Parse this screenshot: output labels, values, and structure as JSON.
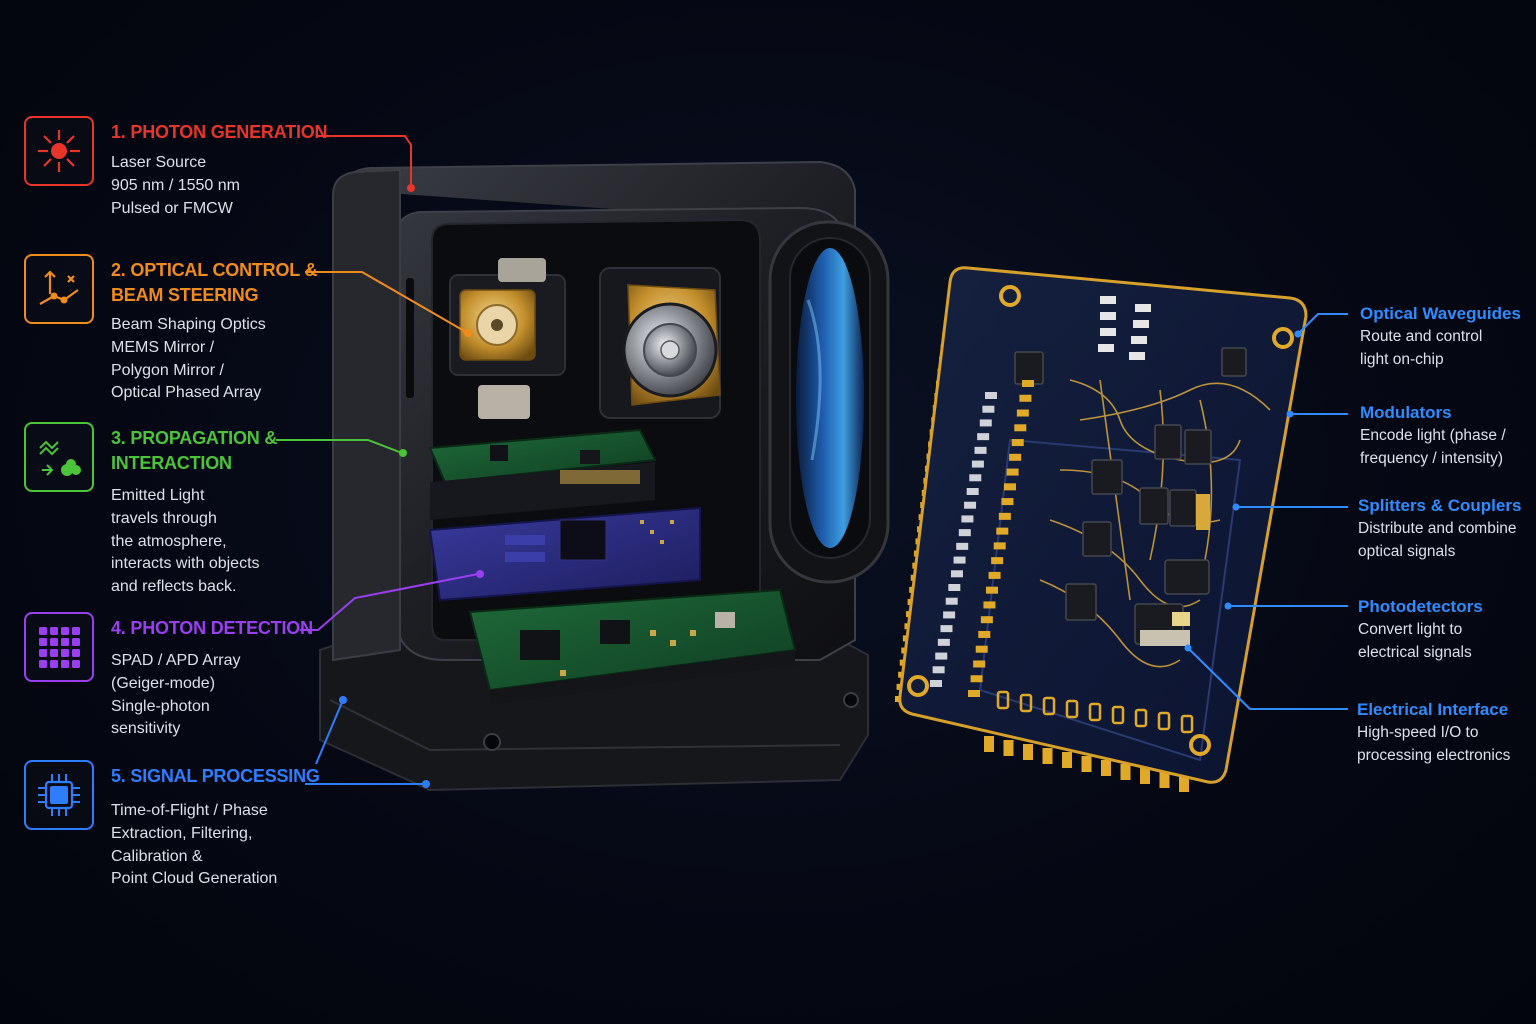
{
  "steps": [
    {
      "id": "photon-generation",
      "title": "1. PHOTON GENERATION",
      "color": "#e8352c",
      "icon": "laser-burst-icon",
      "lines": [
        "Laser Source",
        "905 nm / 1550 nm",
        "Pulsed or FMCW"
      ]
    },
    {
      "id": "optical-control",
      "title": "2. OPTICAL CONTROL &\nBEAM STEERING",
      "color": "#f08c1a",
      "icon": "beam-steering-icon",
      "lines": [
        "Beam Shaping Optics",
        "MEMS Mirror /",
        "Polygon Mirror /",
        "Optical Phased Array"
      ]
    },
    {
      "id": "propagation",
      "title": "3. PROPAGATION &\nINTERACTION",
      "color": "#4cc43a",
      "icon": "propagation-icon",
      "lines": [
        "Emitted Light",
        "travels through",
        "the atmosphere,",
        "interacts with objects",
        "and reflects back."
      ]
    },
    {
      "id": "photon-detection",
      "title": "4. PHOTON DETECTION",
      "color": "#9a3ff0",
      "icon": "spad-array-icon",
      "lines": [
        "SPAD / APD Array",
        "(Geiger-mode)",
        "Single-photon",
        "sensitivity"
      ]
    },
    {
      "id": "signal-processing",
      "title": "5. SIGNAL PROCESSING",
      "color": "#2f7dff",
      "icon": "processor-chip-icon",
      "lines": [
        "Time-of-Flight / Phase",
        "Extraction, Filtering,",
        "Calibration &",
        "Point Cloud Generation"
      ]
    }
  ],
  "chip_labels": [
    {
      "id": "optical-waveguides",
      "title": "Optical Waveguides",
      "lines": [
        "Route and control",
        "light on-chip"
      ]
    },
    {
      "id": "modulators",
      "title": "Modulators",
      "lines": [
        "Encode light (phase /",
        "frequency / intensity)"
      ]
    },
    {
      "id": "splitters-couplers",
      "title": "Splitters & Couplers",
      "lines": [
        "Distribute and combine",
        "optical signals"
      ]
    },
    {
      "id": "photodetectors",
      "title": "Photodetectors",
      "lines": [
        "Convert light to",
        "electrical signals"
      ]
    },
    {
      "id": "electrical-interface",
      "title": "Electrical Interface",
      "lines": [
        "High-speed I/O to",
        "processing electronics"
      ]
    }
  ],
  "colors": {
    "chip_accent": "#2f8cff",
    "background": "#050813"
  }
}
